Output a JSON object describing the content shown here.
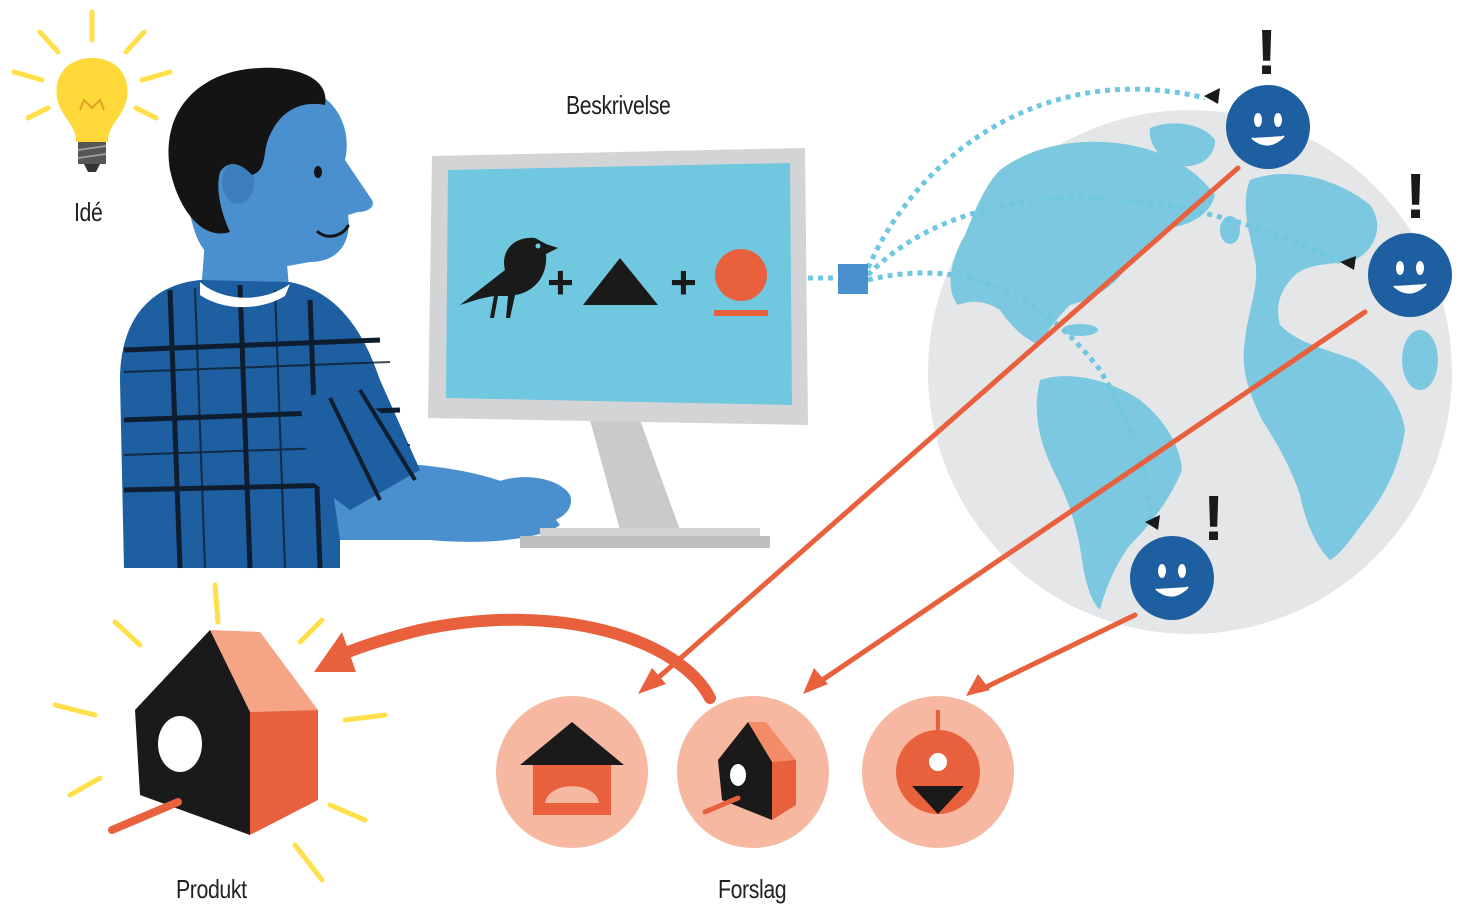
{
  "labels": {
    "idea": "Idé",
    "description": "Beskrivelse",
    "product": "Produkt",
    "suggestions": "Forslag"
  },
  "symbols": {
    "plus": "+",
    "exclamation": "!"
  },
  "icons": [
    "lightbulb-icon",
    "person-illustration",
    "computer-monitor",
    "bird-icon",
    "triangle-icon",
    "circle-icon",
    "globe-illustration",
    "smiley-face-icon",
    "birdhouse-icon",
    "suggestion-circle-icon"
  ],
  "colors": {
    "orange": "#e8603c",
    "salmon": "#f6b8a0",
    "blue_dark": "#1d5fa0",
    "blue_skin": "#4a90cf",
    "screen": "#6fc8e0",
    "ocean_light": "#e4e6e8",
    "land": "#7cc8e0",
    "yellow": "#ffe04a"
  }
}
